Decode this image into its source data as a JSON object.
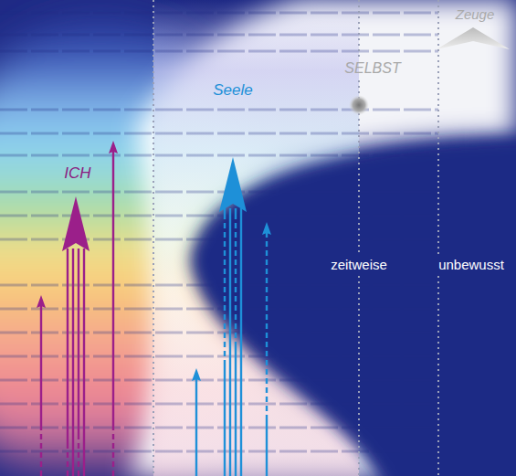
{
  "diagram": {
    "labels": [
      "Zeuge",
      "SELBST",
      "Seele",
      "ICH",
      "zeitweise",
      "unbewusst"
    ]
  }
}
